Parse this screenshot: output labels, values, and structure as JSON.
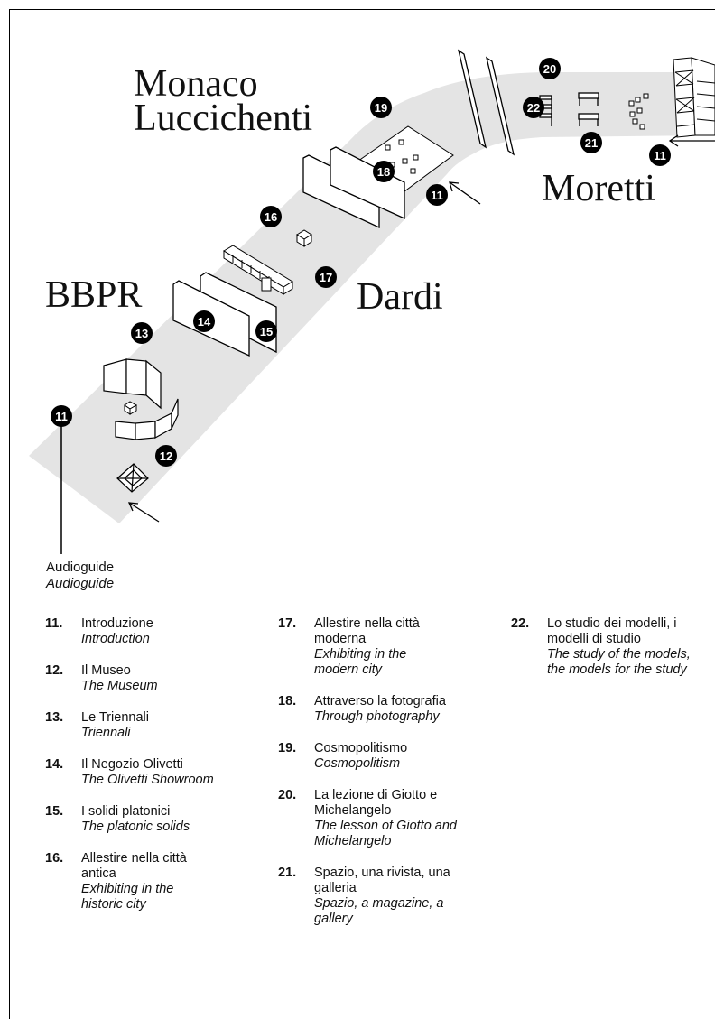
{
  "zones": {
    "monaco_luccichenti": [
      "Monaco",
      "Luccichenti"
    ],
    "moretti": "Moretti",
    "bbpr": "BBPR",
    "dardi": "Dardi"
  },
  "markers": [
    "11",
    "12",
    "13",
    "14",
    "15",
    "16",
    "17",
    "18",
    "19",
    "20",
    "21",
    "22"
  ],
  "audioguide": {
    "it": "Audioguide",
    "en": "Audioguide"
  },
  "legend": [
    {
      "num": "11.",
      "it": "Introduzione",
      "en": "Introduction"
    },
    {
      "num": "12.",
      "it": "Il Museo",
      "en": "The Museum"
    },
    {
      "num": "13.",
      "it": "Le Triennali",
      "en": "Triennali"
    },
    {
      "num": "14.",
      "it": "Il Negozio Olivetti",
      "en": "The Olivetti Showroom"
    },
    {
      "num": "15.",
      "it": "I solidi platonici",
      "en": "The platonic solids"
    },
    {
      "num": "16.",
      "it": "Allestire nella città antica",
      "en": "Exhibiting in the historic city"
    },
    {
      "num": "17.",
      "it": "Allestire nella città moderna",
      "en": "Exhibiting in the modern city"
    },
    {
      "num": "18.",
      "it": "Attraverso la fotografia",
      "en": "Through photography"
    },
    {
      "num": "19.",
      "it": "Cosmopolitismo",
      "en": "Cosmopolitism"
    },
    {
      "num": "20.",
      "it": "La lezione di Giotto e Michelangelo",
      "en": "The lesson of Giotto and Michelangelo"
    },
    {
      "num": "21.",
      "it": "Spazio, una rivista, una galleria",
      "en": "Spazio, a magazine, a gallery"
    },
    {
      "num": "22.",
      "it": "Lo studio dei modelli, i modelli di studio",
      "en": "The study of the models, the models for the study"
    }
  ]
}
